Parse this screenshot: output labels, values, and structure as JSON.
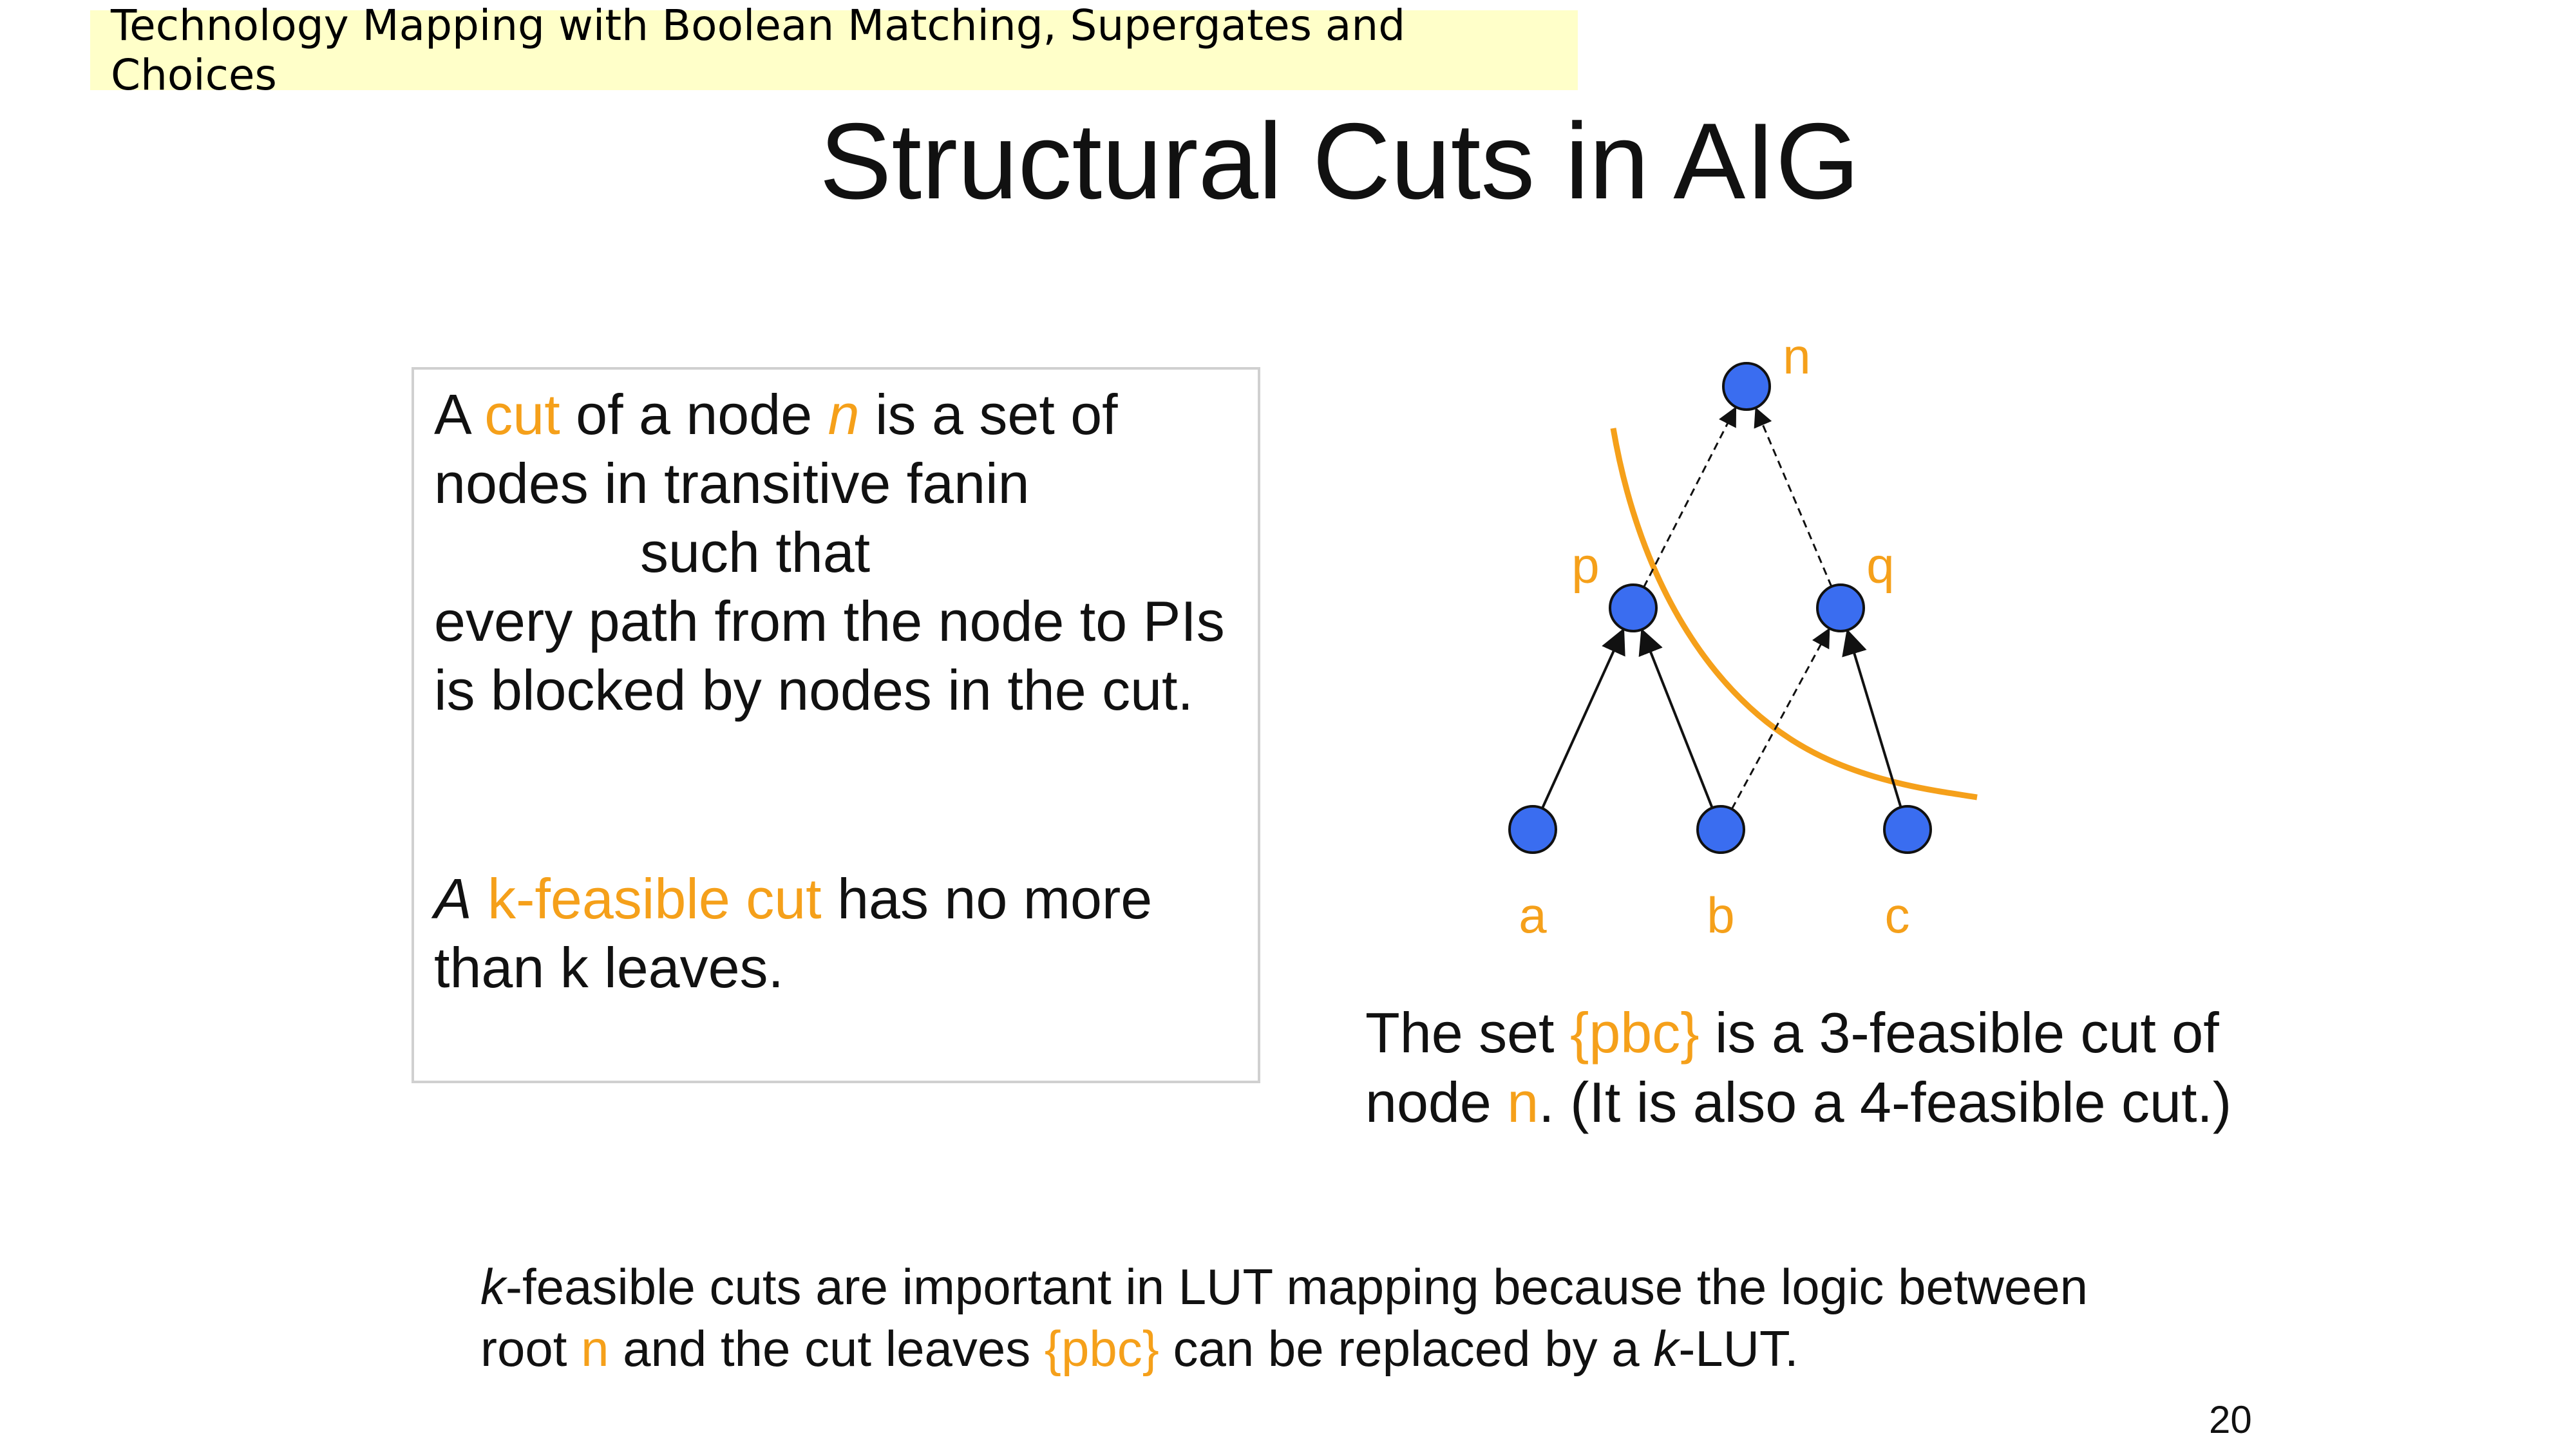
{
  "header": {
    "text": "Technology Mapping with Boolean Matching, Supergates and Choices"
  },
  "title": "Structural Cuts in AIG",
  "definition": {
    "line1": {
      "pre": "A ",
      "term": "cut",
      "mid": " of a node ",
      "var": "n",
      "post": " is a set of"
    },
    "line2": "nodes in transitive fanin",
    "line3": "such that",
    "line4": "every path from the node to PIs",
    "line5": "is blocked by nodes in the cut."
  },
  "kfeasible": {
    "pre": "A",
    "term": "k-feasible cut",
    "post": " has no more",
    "line2": "than k leaves."
  },
  "graph": {
    "nodes": [
      {
        "id": "n",
        "label": "n"
      },
      {
        "id": "p",
        "label": "p"
      },
      {
        "id": "q",
        "label": "q"
      },
      {
        "id": "a",
        "label": "a"
      },
      {
        "id": "b",
        "label": "b"
      },
      {
        "id": "c",
        "label": "c"
      }
    ],
    "edges": [
      {
        "from": "p",
        "to": "n",
        "style": "dashed"
      },
      {
        "from": "q",
        "to": "n",
        "style": "dashed"
      },
      {
        "from": "a",
        "to": "p",
        "style": "solid"
      },
      {
        "from": "b",
        "to": "p",
        "style": "solid"
      },
      {
        "from": "b",
        "to": "q",
        "style": "dashed"
      },
      {
        "from": "c",
        "to": "q",
        "style": "solid"
      }
    ],
    "node_color": "#3a6df0",
    "label_color": "#f5a01a",
    "cut_line_color": "#f5a01a"
  },
  "caption": {
    "pre": "The set ",
    "set": "{pbc}",
    "mid": " is a 3-feasible cut of",
    "line2_pre": "node ",
    "line2_node": "n",
    "line2_post": ". (It is also a 4-feasible cut.)"
  },
  "bottom": {
    "k1": "k",
    "line1_rest": "-feasible cuts are important in LUT mapping because the logic between",
    "line2_pre": "root ",
    "line2_n": "n",
    "line2_mid": " and the cut leaves ",
    "line2_set": "{pbc}",
    "line2_mid2": " can be replaced by a ",
    "line2_k": "k",
    "line2_post": "-LUT."
  },
  "page_number": "20"
}
